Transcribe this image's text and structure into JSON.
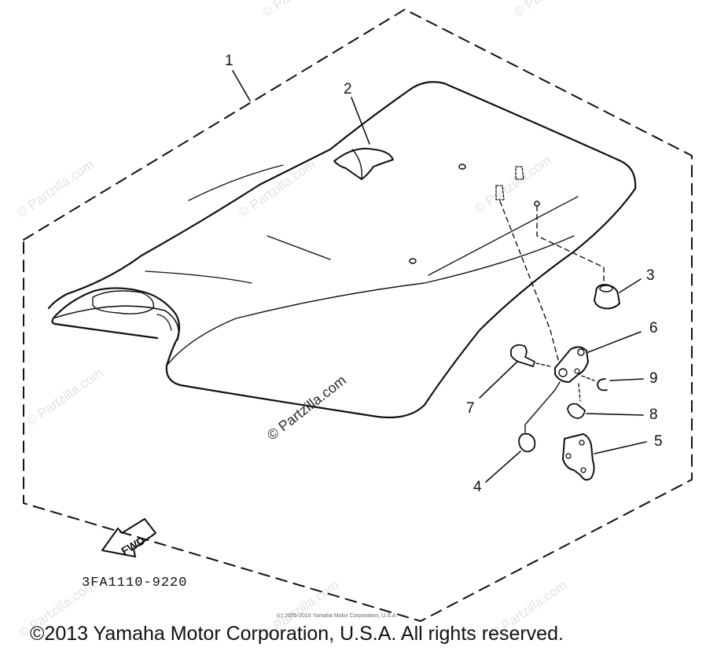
{
  "callouts": [
    {
      "id": "1",
      "label": "1"
    },
    {
      "id": "2",
      "label": "2"
    },
    {
      "id": "3",
      "label": "3"
    },
    {
      "id": "4",
      "label": "4"
    },
    {
      "id": "5",
      "label": "5"
    },
    {
      "id": "6",
      "label": "6"
    },
    {
      "id": "7",
      "label": "7"
    },
    {
      "id": "8",
      "label": "8"
    },
    {
      "id": "9",
      "label": "9"
    }
  ],
  "fwd_label": "FWD",
  "part_code": "3FA1110-9220",
  "watermark_main": "© Partzilla.com",
  "watermark_faint": "© Partzilla.com",
  "small_copyright": "(c) 2005-2016 Yamaha Motor Corporation, U.S.A.",
  "copyright": "©2013 Yamaha Motor Corporation, U.S.A. All rights reserved.",
  "colors": {
    "line": "#111111",
    "watermark": "#e3e3e3"
  }
}
